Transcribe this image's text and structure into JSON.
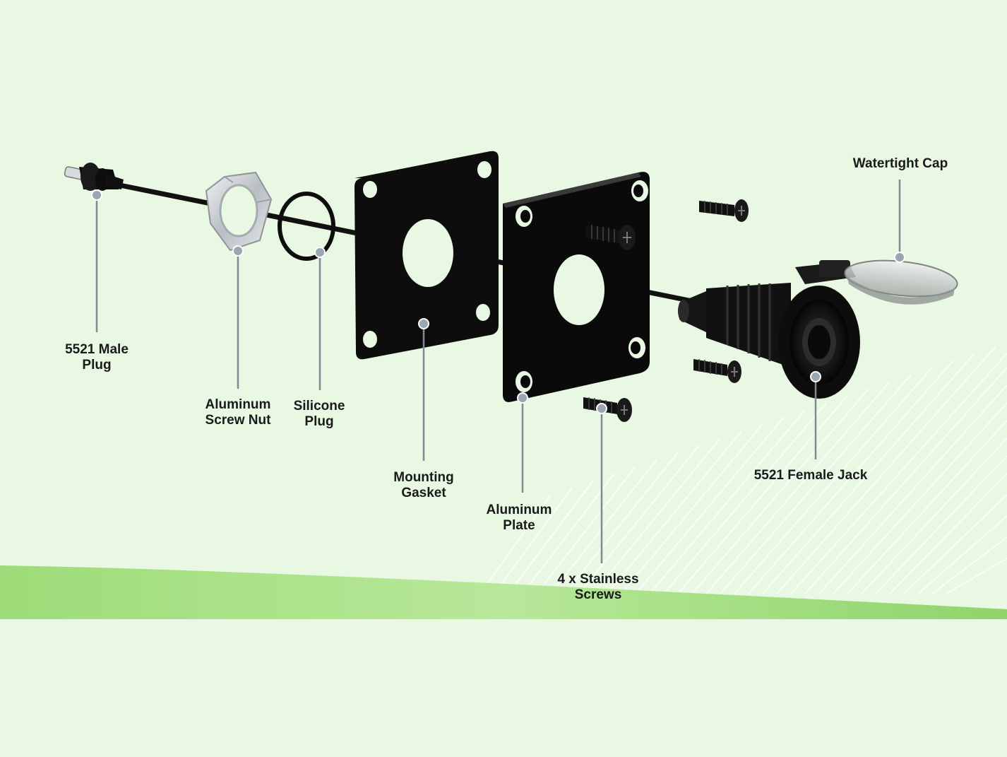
{
  "diagram": {
    "parts": [
      {
        "id": "male-plug",
        "lines": [
          "5521 Male",
          "Plug"
        ]
      },
      {
        "id": "screw-nut",
        "lines": [
          "Aluminum",
          "Screw Nut"
        ]
      },
      {
        "id": "silicone-plug",
        "lines": [
          "Silicone",
          "Plug"
        ]
      },
      {
        "id": "mounting-gasket",
        "lines": [
          "Mounting",
          "Gasket"
        ]
      },
      {
        "id": "aluminum-plate",
        "lines": [
          "Aluminum",
          "Plate"
        ]
      },
      {
        "id": "stainless-screws",
        "lines": [
          "4 x Stainless",
          "Screws"
        ]
      },
      {
        "id": "female-jack",
        "lines": [
          "5521 Female Jack"
        ]
      },
      {
        "id": "watertight-cap",
        "lines": [
          "Watertight Cap"
        ]
      }
    ]
  },
  "colors": {
    "background": "#e8f8e2",
    "ground_band": "#8fd46a",
    "callout_line": "#7f8a94",
    "callout_dot": "#9aa6b2",
    "part_black": "#0d0d0d",
    "nut_silver": "#cfd3d6"
  }
}
